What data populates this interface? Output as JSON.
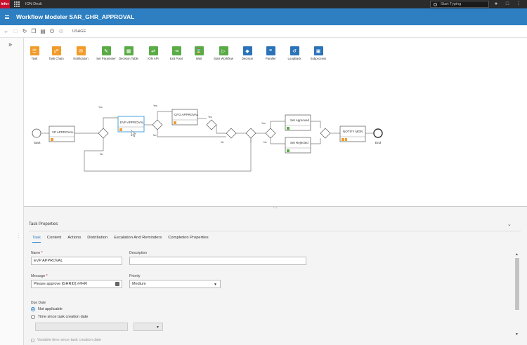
{
  "system_bar": {
    "logo_text": "infor",
    "app_name": "ION Desk",
    "search_placeholder": "Start Typing"
  },
  "title_bar": {
    "title": "Workflow Modeler SAR_GHR_APPROVAL"
  },
  "toolbar": {
    "usage_label": "USAGE"
  },
  "palette": [
    {
      "label": "Task",
      "color": "orange",
      "icon": "stack-icon"
    },
    {
      "label": "Task Chain",
      "color": "orange",
      "icon": "chain-icon"
    },
    {
      "label": "Notification",
      "color": "orange",
      "icon": "message-icon"
    },
    {
      "label": "Set Parameter",
      "color": "green",
      "icon": "pencil-icon"
    },
    {
      "label": "Decision Table",
      "color": "green",
      "icon": "table-icon"
    },
    {
      "label": "ION API",
      "color": "green",
      "icon": "api-icon"
    },
    {
      "label": "Exit Point",
      "color": "green",
      "icon": "exit-icon"
    },
    {
      "label": "Wait",
      "color": "green",
      "icon": "hourglass-icon"
    },
    {
      "label": "Start Workflow",
      "color": "green",
      "icon": "start-workflow-icon"
    },
    {
      "label": "Decision",
      "color": "blue",
      "icon": "decision-icon"
    },
    {
      "label": "Parallel",
      "color": "blue",
      "icon": "parallel-icon"
    },
    {
      "label": "LoopBack",
      "color": "blue",
      "icon": "loopback-icon"
    },
    {
      "label": "Subprocess",
      "color": "blue",
      "icon": "subprocess-icon"
    }
  ],
  "diagram": {
    "start_label": "Start",
    "end_label": "End",
    "tasks": {
      "vp": "VP APPROVAL",
      "evp": "EVP APPROVAL",
      "cfo": "CFO APPROVAL",
      "set_approved": "Set Approved",
      "set_rejected": "Set Rejected",
      "notify": "NOTIFY MGR."
    },
    "edge_labels": {
      "yes_1": "Yes",
      "no_1": "No",
      "yes_2": "Yes",
      "no_2": "No",
      "yes_3": "Yes",
      "no_3": "No",
      "yes_4": "Yes",
      "no_4": "No"
    },
    "colors": {
      "orange": "#f29b29",
      "green": "#5aab46",
      "selected": "#4aa3df"
    }
  },
  "properties": {
    "title": "Task Properties",
    "tabs": [
      "Task",
      "Content",
      "Actions",
      "Distribution",
      "Escalation And Reminders",
      "Completion Properties"
    ],
    "name_label": "Name",
    "name_value": "EVP APPROVAL",
    "description_label": "Description",
    "description_value": "",
    "message_label": "Message",
    "message_value": "Please approve [GHRID] ##HR",
    "priority_label": "Priority",
    "priority_value": "Medium",
    "due_date_label": "Due Date",
    "radio_not_applicable": "Not applicable",
    "radio_time_since": "Time since task creation date",
    "cut_off_option": "Variable time since task creation date"
  }
}
